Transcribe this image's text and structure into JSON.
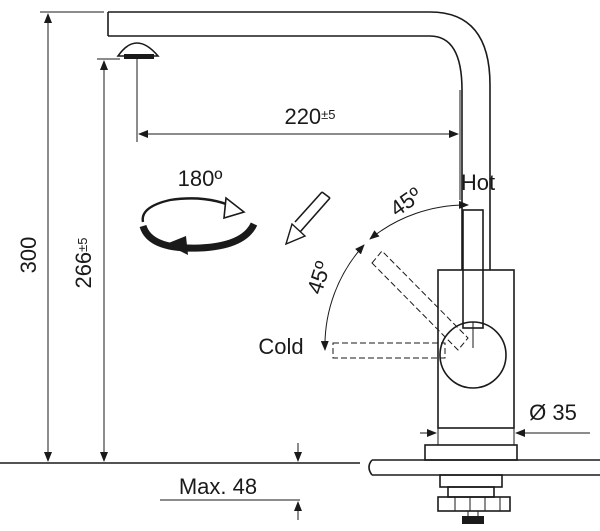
{
  "dimensions": {
    "total_height": "300",
    "spout_height": "266",
    "spout_height_tol": "±5",
    "spout_reach": "220",
    "spout_reach_tol": "±5",
    "max_deck_thickness": "Max. 48",
    "hole_diameter": "Ø 35"
  },
  "rotation": {
    "swivel_angle": "180º"
  },
  "lever": {
    "hot_label": "Hot",
    "cold_label": "Cold",
    "hot_angle": "45º",
    "cold_angle": "45º"
  }
}
